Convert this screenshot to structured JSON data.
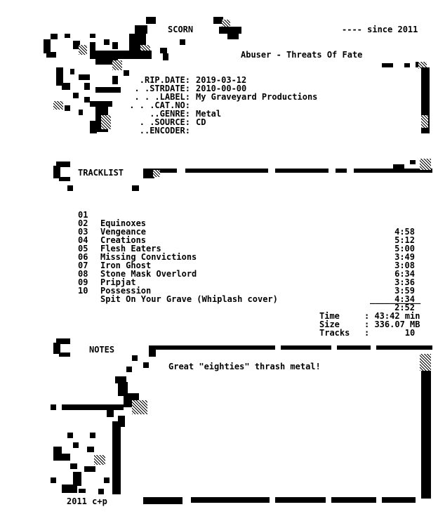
{
  "header": {
    "group": "SCORN",
    "since": "---- since 2011",
    "release": "Abuser - Threats Of Fate"
  },
  "info": [
    {
      "label": ".RIP.DATE:",
      "value": "2019-03-12"
    },
    {
      "label": ". .STRDATE:",
      "value": "2010-00-00"
    },
    {
      "label": ". . .LABEL:",
      "value": "My Graveyard Productions"
    },
    {
      "label": ". . .CAT.NO:",
      "value": ""
    },
    {
      "label": "..GENRE:",
      "value": "Metal"
    },
    {
      "label": ". .SOURCE:",
      "value": "CD"
    },
    {
      "label": "..ENCODER:",
      "value": ""
    }
  ],
  "tracklist": {
    "heading": "TRACKLIST",
    "tracks": [
      {
        "num": "01",
        "title": "Equinoxes",
        "duration": "4:58"
      },
      {
        "num": "02",
        "title": "Vengeance",
        "duration": "5:12"
      },
      {
        "num": "03",
        "title": "Creations",
        "duration": "5:00"
      },
      {
        "num": "04",
        "title": "Flesh Eaters",
        "duration": "3:49"
      },
      {
        "num": "05",
        "title": "Missing Convictions",
        "duration": "3:08"
      },
      {
        "num": "06",
        "title": "Iron Ghost",
        "duration": "6:34"
      },
      {
        "num": "07",
        "title": "Stone Mask Overlord",
        "duration": "3:36"
      },
      {
        "num": "08",
        "title": "Pripjat",
        "duration": "3:59"
      },
      {
        "num": "09",
        "title": "Possession",
        "duration": "4:34"
      },
      {
        "num": "10",
        "title": "Spit On Your Grave (Whiplash cover)",
        "duration": "2:52"
      }
    ],
    "separator": "__________"
  },
  "summary": {
    "time_label": "Time",
    "time_value": ": 43:42 min",
    "size_label": "Size",
    "size_value": ": 336.07 MB",
    "tracks_label": "Tracks",
    "tracks_value": ":       10"
  },
  "notes": {
    "heading": "NOTES",
    "text": "Great \"eighties\" thrash metal!"
  },
  "footer": {
    "credit": "2011 c+p"
  }
}
